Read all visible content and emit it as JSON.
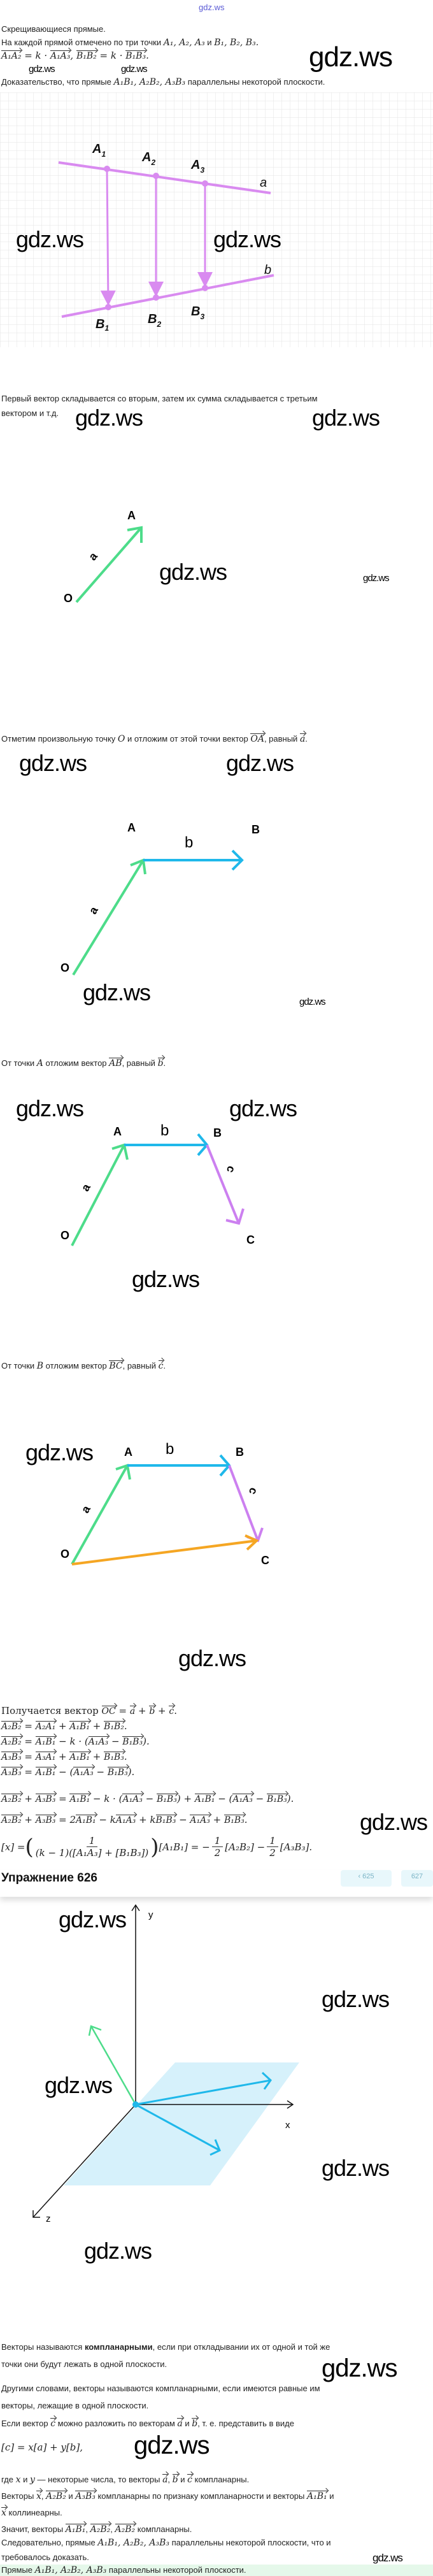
{
  "site_link": "gdz.ws",
  "watermark": "gdz.ws",
  "intro": {
    "line1": "Скрещивающиеся прямые.",
    "line2": "На каждой прямой отмечено по три точки {A₁, A₂, A₃} и {B₁, B₂, B₃.}",
    "line3": "[A₁A₂] = k · [A₁A₃], [B₁B₂] = k · [B₁B₃].",
    "line4": "Доказательство, что прямые {A₁B₁, A₂B₂, A₃B₃} параллельны некоторой плоскости."
  },
  "fig1": {
    "labels": {
      "A1": "A",
      "A1s": "1",
      "A2": "A",
      "A2s": "2",
      "A3": "A",
      "A3s": "3",
      "B1": "B",
      "B1s": "1",
      "B2": "B",
      "B2s": "2",
      "B3": "B",
      "B3s": "3",
      "a": "a",
      "b": "b"
    },
    "color": "#d98bf0"
  },
  "text_sum": {
    "line1": "Первый вектор складывается со вторым, затем их сумма складывается с третьим",
    "line2": "вектором и т.д."
  },
  "fig2": {
    "O": "O",
    "A": "A",
    "a": "a"
  },
  "text_step1": "Отметим произвольную точку {O} и отложим от этой точки вектор [OA], равный [a].",
  "fig3": {
    "O": "O",
    "A": "A",
    "B": "B",
    "a": "a",
    "b": "b"
  },
  "text_step2": "От точки {A} отложим вектор [AB], равный [b].",
  "fig4": {
    "O": "O",
    "A": "A",
    "B": "B",
    "C": "C",
    "a": "a",
    "b": "b",
    "c": "c"
  },
  "text_step3": "От точки {B} отложим вектор [BC], равный [c].",
  "fig5": {
    "O": "O",
    "A": "A",
    "B": "B",
    "C": "C",
    "a": "a",
    "b": "b",
    "c": "c"
  },
  "colors": {
    "green": "#4ddc8a",
    "blue": "#1fb8ea",
    "purple": "#cc80f0",
    "orange": "#f5a623",
    "plane": "#d6f1fb",
    "answer_bg": "#e5f8ea"
  },
  "math": [
    "Получается вектор [OC] = [a] + [b] + [c].",
    "[A₂B₂] = [A₂A₁] + [A₁B₁] + [B₁B₂].",
    "[A₂B₂] = [A₁B₁] − k · ([A₁A₃] − [B₁B₃]).",
    "[A₃B₃] = [A₃A₁] + [A₁B₁] + [B₁B₃].",
    "[A₃B₃] = [A₁B₁] − ([A₁A₃] − [B₁B₃]).",
    "[A₂B₂] + [A₃B₃] = [A₁B₁] − k · ([A₁A₃] − [B₁B₃]) + [A₁B₁] − ([A₁A₃] − [B₁B₃]).",
    "[A₂B₂] + [A₃B₃] = 2[A₁B₁] − k[A₁A₃] + k[B₁B₃] − [A₁A₃] + [B₁B₃]."
  ],
  "formula_x": {
    "lhs": "[x] =",
    "num": "1",
    "den": "(k − 1)([A₁A₃] + [B₁B₃])",
    "mid": "[A₁B₁] = −",
    "half": "1",
    "two": "2",
    "t1": "[A₂B₂] −",
    "t2": "[A₃B₃]."
  },
  "sticky": {
    "title": "Упражнение 626",
    "prev": "‹ 625",
    "next": "627"
  },
  "fig6": {
    "x": "x",
    "y": "y",
    "z": "z"
  },
  "coplanar": {
    "p1a": "Векторы называются <b>компланарными</b>, если при откладывании их от одной и той же",
    "p1b": "точки они будут лежать в одной плоскости.",
    "p2a": "Другими словами, векторы называются компланарными, если имеются равные им",
    "p2b": "векторы, лежащие в одной плоскости.",
    "p3": "Если вектор [c] можно разложить по векторам [a] и [b], т. е. представить в виде",
    "p4": "[c] = x[a] + y[b],",
    "p5": "где {x} и {y} — некоторые числа, то векторы [a], [b] и [c] компланарны.",
    "p6": "Векторы [x], [A₂B₂] и [A₃B₃] компланарны по признаку компланарности и векторы [A₁B₁] и",
    "p7": "[x] коллинеарны.",
    "p8": "Значит, векторы [A₁B₁], [A₂B₂], [A₂B₂] компланарны.",
    "p9": "Следовательно, прямые {A₁B₁, A₂B₂, A₃B₃} параллельны некоторой плоскости, что и",
    "p10": "требовалось доказать.",
    "answer": "Прямые {A₁B₁, A₂B₂, A₃B₃} параллельны некоторой плоскости."
  }
}
